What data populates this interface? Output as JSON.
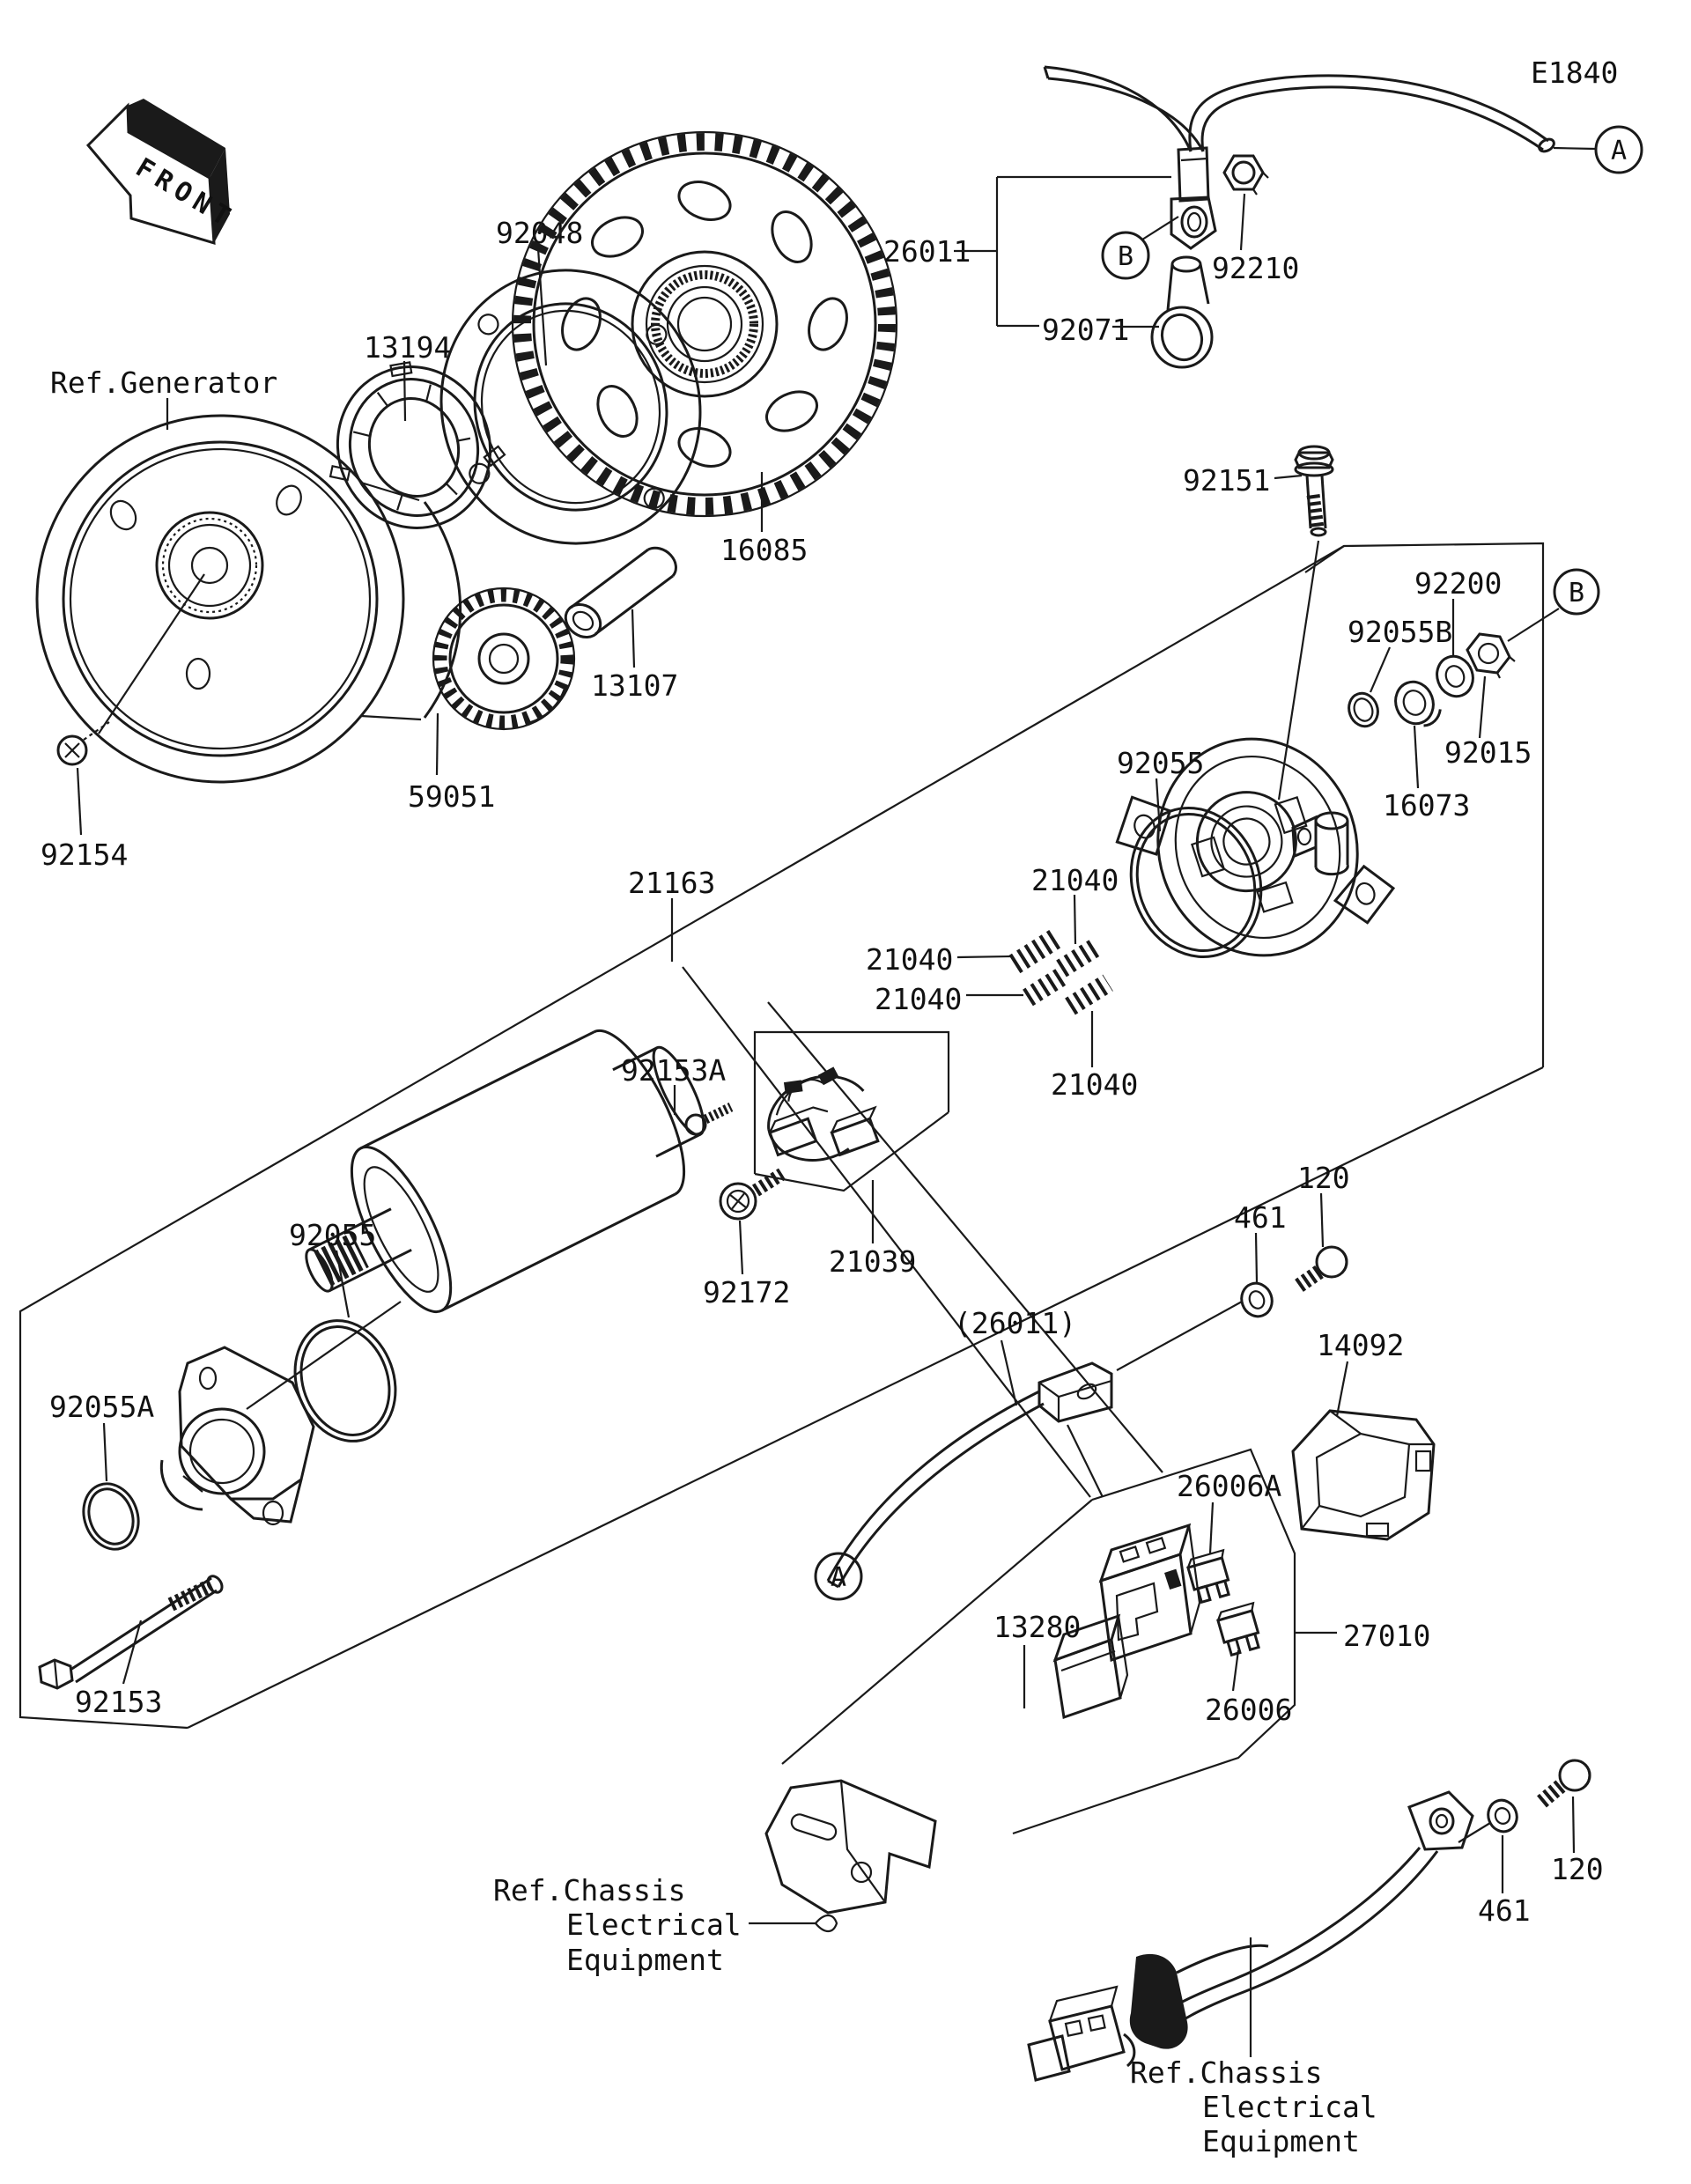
{
  "page": {
    "code": "E1840"
  },
  "orientation": {
    "front_label": "FRONT"
  },
  "references": {
    "generator": "Ref.Generator",
    "chassis_line1": "Ref.Chassis",
    "chassis_line2": "Electrical",
    "chassis_line3": "Equipment"
  },
  "connectors": {
    "a": "A",
    "b": "B"
  },
  "parts": {
    "p92048": "92048",
    "p13194": "13194",
    "p16085": "16085",
    "p13107": "13107",
    "p59051": "59051",
    "p92154": "92154",
    "p26011": "26011",
    "p26011_ref": "(26011)",
    "p92210": "92210",
    "p92071": "92071",
    "p92151": "92151",
    "p92200": "92200",
    "p92055b": "92055B",
    "p92015": "92015",
    "p16073": "16073",
    "p92055": "92055",
    "p92055a": "92055A",
    "p21163": "21163",
    "p21040": "21040",
    "p92153a": "92153A",
    "p21039": "21039",
    "p92172": "92172",
    "p92153": "92153",
    "p461": "461",
    "p120": "120",
    "p14092": "14092",
    "p26006a": "26006A",
    "p13280": "13280",
    "p26006": "26006",
    "p27010": "27010"
  },
  "colors": {
    "ink": "#1a1a1a",
    "paper": "#ffffff"
  }
}
